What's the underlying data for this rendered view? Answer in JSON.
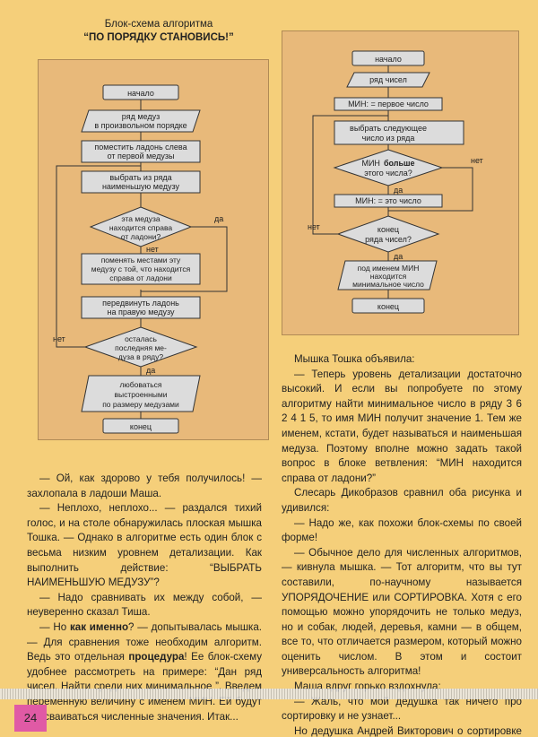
{
  "left_chart": {
    "title1": "Блок-схема алгоритма",
    "title2": "“ПО ПОРЯДКУ СТАНОВИСЬ!”",
    "start": "начало",
    "input1": "ряд медуз",
    "input2": "в произвольном порядке",
    "b1_1": "поместить ладонь слева",
    "b1_2": "от первой медузы",
    "b2_1": "выбрать из ряда",
    "b2_2": "наименьшую медузу",
    "d1_1": "эта медуза",
    "d1_2": "находится справа",
    "d1_3": "от ладони?",
    "yes": "да",
    "no": "нет",
    "b3_1": "поменять местами эту",
    "b3_2": "медузу с той, что находится",
    "b3_3": "справа от ладони",
    "b4_1": "передвинуть ладонь",
    "b4_2": "на правую медузу",
    "d2_1": "осталась",
    "d2_2": "последняя ме-",
    "d2_3": "дуза в ряду?",
    "out1": "любоваться",
    "out2": "выстроенными",
    "out3": "по размеру медузами",
    "end": "конец"
  },
  "right_chart": {
    "start": "начало",
    "input": "ряд чисел",
    "b1": "МИН: = первое число",
    "b2_1": "выбрать следующее",
    "b2_2": "число из ряда",
    "d1_a": "МИН",
    "d1_b": "больше",
    "d1_c": "этого числа?",
    "yes": "да",
    "no": "нет",
    "b3": "МИН: = это число",
    "d2_1": "конец",
    "d2_2": "ряда чисел?",
    "out1": "под именем МИН",
    "out2": "находится",
    "out3": "минимальное число",
    "end": "конец"
  },
  "text_left": {
    "p1": "— Ой, как здорово у тебя получилось! — захлопала в ладоши Маша.",
    "p2": "— Неплохо, неплохо... — раздался тихий голос, и на столе обнаружилась плоская мышка Тошка. — Однако в алгоритме есть один блок с весьма низким уровнем детализации. Как выполнить действие: “ВЫБРАТЬ НАИМЕНЬШУЮ МЕДУЗУ”?",
    "p3": "— Надо сравнивать их между собой, — неуверенно сказал Тиша.",
    "p4a": "— Но ",
    "p4b": "как именно",
    "p4c": "? — допытывалась мышка. — Для сравнения тоже необходим алгоритм. Ведь это отдельная ",
    "p4d": "процедура",
    "p4e": "! Ее блок-схему удобнее рассмотреть на примере: “Дан ряд чисел. Найти среди них минимальное ”. Введем переменную величину с именем МИН. Ей будут присваиваться численные значения. Итак..."
  },
  "text_right": {
    "p1": "Мышка Тошка объявила:",
    "p2": "— Теперь уровень детализации достаточно высокий. И если вы попробуете по этому алгоритму найти минимальное число в ряду 3 6 2 4 1 5, то имя МИН получит значение 1. Тем же именем, кстати, будет называться и наименьшая медуза. Поэтому вполне можно задать такой вопрос в блоке ветвления: “МИН находится справа от ладони?”",
    "p3": "Слесарь Дикобразов сравнил оба рисунка и удивился:",
    "p4": "— Надо же, как похожи блок-схемы по своей форме!",
    "p5": "— Обычное дело для численных алгоритмов, — кивнула мышка. — Тот алгоритм, что вы тут составили, по-научному называется УПОРЯДОЧЕНИЕ или СОРТИРОВКА. Хотя с его помощью можно упорядочить не только медуз, но и собак, людей, деревья, камни — в общем, все то, что отличается размером, который можно оценить числом. В этом и состоит универсальность алгоритма!",
    "p6": "Маша вдруг горько вздохнула:",
    "p7": "— Жаль, что мой дедушка так ничего про сортировку и не узнает...",
    "p8": "Но дедушка Андрей Викторович о сортировке как раз все знал. И об упорядочении —"
  },
  "page_number": "24",
  "colors": {
    "background": "#f5cf7a",
    "panel": "#e8b97a",
    "block": "#dcdcdc",
    "page_badge": "#e05aa5"
  }
}
